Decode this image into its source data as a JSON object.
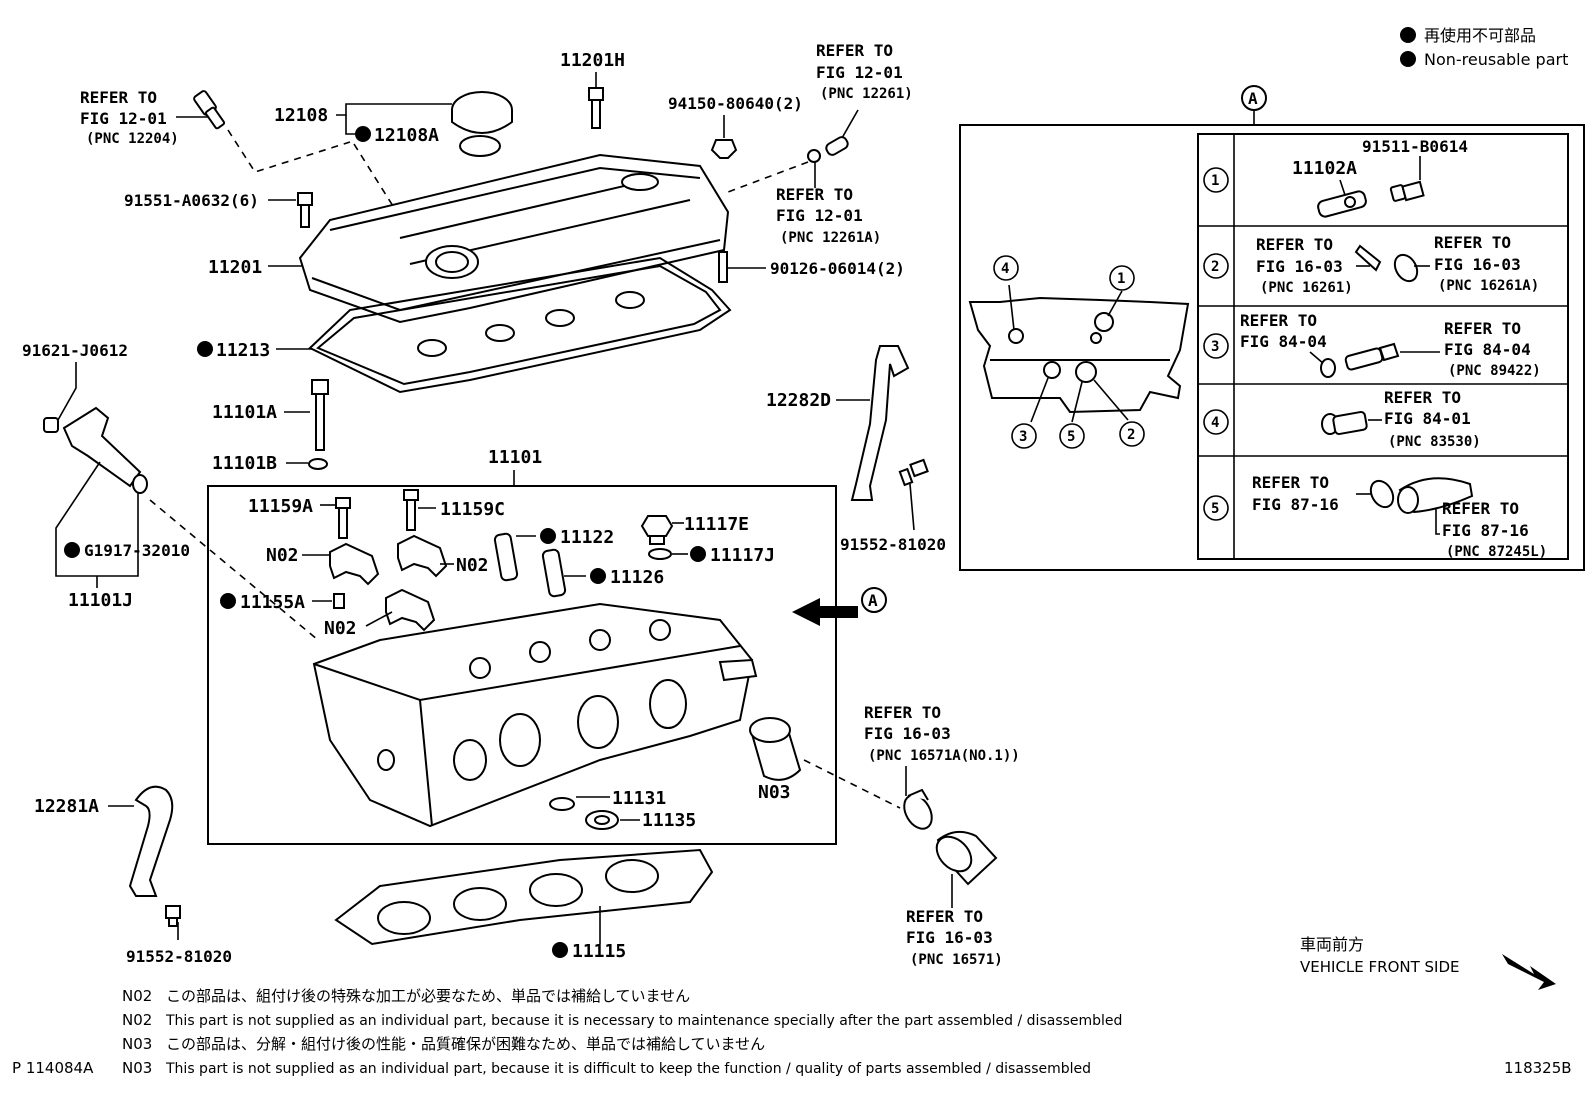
{
  "legend": {
    "jp": "再使用不可部品",
    "en": "Non-reusable part"
  },
  "refers": {
    "r12204": {
      "line1": "REFER TO",
      "line2": "FIG 12-01",
      "pnc": "(PNC 12204)"
    },
    "r12261": {
      "line1": "REFER TO",
      "line2": "FIG 12-01",
      "pnc": "(PNC 12261)"
    },
    "r12261a": {
      "line1": "REFER TO",
      "line2": "FIG 12-01",
      "pnc": "(PNC 12261A)"
    },
    "r16571a": {
      "line1": "REFER TO",
      "line2": "FIG 16-03",
      "pnc": "(PNC 16571A(NO.1))"
    },
    "r16571": {
      "line1": "REFER TO",
      "line2": "FIG 16-03",
      "pnc": "(PNC 16571)"
    }
  },
  "parts": {
    "p11201h": "11201H",
    "p94150": "94150-80640(2)",
    "p12108": "12108",
    "p12108a": "12108A",
    "p91551": "91551-A0632(6)",
    "p11201": "11201",
    "p90126": "90126-06014(2)",
    "p11213": "11213",
    "p91621": "91621-J0612",
    "p11101a": "11101A",
    "p11101b": "11101B",
    "p11101": "11101",
    "pg1917": "G1917-32010",
    "p11101j": "11101J",
    "p11159a": "11159A",
    "p11159c": "11159C",
    "p11122": "11122",
    "p11117e": "11117E",
    "p11117j": "11117J",
    "p11126": "11126",
    "p11155a": "11155A",
    "n02a": "N02",
    "n02b": "N02",
    "n02c": "N02",
    "n03": "N03",
    "p11131": "11131",
    "p11135": "11135",
    "p11115": "11115",
    "p12281a": "12281A",
    "p91552a": "91552-81020",
    "p12282d": "12282D",
    "p91552b": "91552-81020"
  },
  "detail": {
    "marker": "A",
    "circles": [
      "1",
      "2",
      "3",
      "4",
      "5"
    ],
    "rows": {
      "r1": {
        "num": "1",
        "part_a": "91511-B0614",
        "part_b": "11102A"
      },
      "r2": {
        "num": "2",
        "left": {
          "line1": "REFER TO",
          "line2": "FIG 16-03",
          "pnc": "(PNC 16261)"
        },
        "right": {
          "line1": "REFER TO",
          "line2": "FIG 16-03",
          "pnc": "(PNC 16261A)"
        }
      },
      "r3": {
        "num": "3",
        "left": {
          "line1": "REFER TO",
          "line2": "FIG 84-04"
        },
        "right": {
          "line1": "REFER TO",
          "line2": "FIG 84-04",
          "pnc": "(PNC 89422)"
        }
      },
      "r4": {
        "num": "4",
        "right": {
          "line1": "REFER TO",
          "line2": "FIG 84-01",
          "pnc": "(PNC 83530)"
        }
      },
      "r5": {
        "num": "5",
        "left": {
          "line1": "REFER TO",
          "line2": "FIG 87-16"
        },
        "right": {
          "line1": "REFER TO",
          "line2": "FIG 87-16",
          "pnc": "(PNC 87245L)"
        }
      }
    }
  },
  "vehicle_front": {
    "jp": "車両前方",
    "en": "VEHICLE FRONT SIDE"
  },
  "notes": [
    {
      "code": "N02",
      "text": "この部品は、組付け後の特殊な加工が必要なため、単品では補給していません"
    },
    {
      "code": "N02",
      "text": "This part is not supplied as an individual part, because it is necessary to maintenance specially after the part assembled / disassembled"
    },
    {
      "code": "N03",
      "text": "この部品は、分解・組付け後の性能・品質確保が困難なため、単品では補給していません"
    },
    {
      "code": "N03",
      "text": "This part is not supplied as an individual part, because it is difficult to keep the function / quality of parts  assembled / disassembled"
    }
  ],
  "footer": {
    "left_id": "P 114084A",
    "right_id": "118325B"
  },
  "colors": {
    "ink": "#000000",
    "paper": "#ffffff"
  }
}
